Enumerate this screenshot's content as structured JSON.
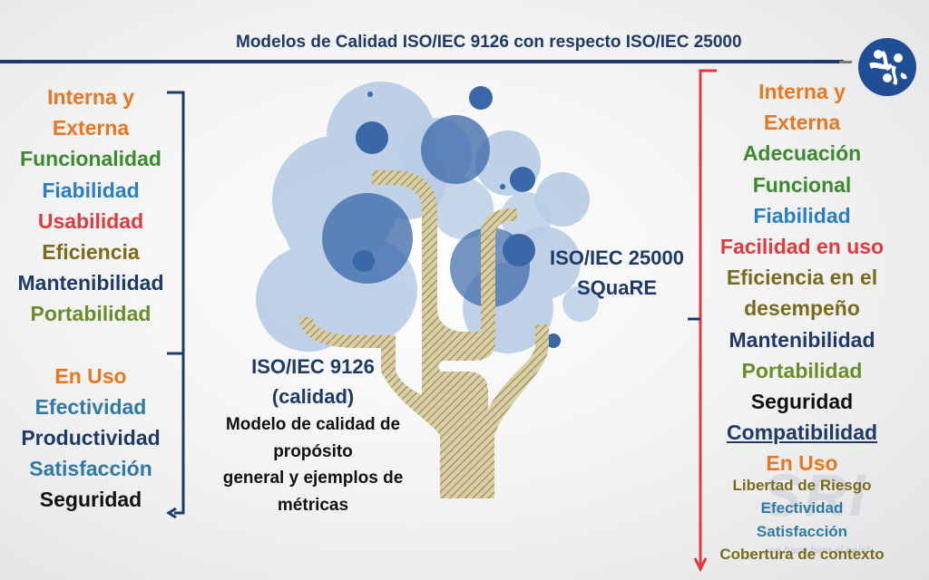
{
  "title": "Modelos de Calidad ISO/IEC 9126 con respecto ISO/IEC 25000",
  "left_column": {
    "heading": [
      "Interna y",
      "Externa"
    ],
    "items": [
      "Funcionalidad",
      "Fiabilidad",
      "Usabilidad",
      "Eficiencia",
      "Mantenibilidad",
      "Portabilidad"
    ],
    "uso_heading": "En Uso",
    "uso_items": [
      "Efectividad",
      "Productividad",
      "Satisfacción",
      "Seguridad"
    ]
  },
  "right_column": {
    "heading": [
      "Interna y",
      "Externa"
    ],
    "items": [
      "Adecuación",
      "Funcional",
      "Fiabilidad",
      "Facilidad en uso",
      "Eficiencia en el",
      "desempeño",
      "Mantenibilidad",
      "Portabilidad",
      "Seguridad",
      "Compatibilidad"
    ],
    "uso_heading": "En Uso",
    "uso_items": [
      "Libertad de Riesgo",
      "Efectividad",
      "Satisfacción",
      "Cobertura de contexto"
    ]
  },
  "iso9126": {
    "title": "ISO/IEC 9126",
    "subtitle": "(calidad)",
    "desc": [
      "Modelo de calidad de",
      "propósito",
      "general y ejemplos de",
      "métricas"
    ]
  },
  "iso25000": {
    "title": "ISO/IEC 25000",
    "subtitle": "SQuaRE"
  },
  "watermark": {
    "text": "SRI",
    "tagline": "...se hace bien al país!"
  },
  "colors": {
    "navy": "#1f3a68",
    "orange": "#e87722",
    "green": "#3b8a2e",
    "blue": "#2a7fc4",
    "red": "#e03a3e",
    "olive": "#7a6a1e",
    "tree_trunk": "#b9a77a",
    "bubble_blue": "#3a67a8"
  },
  "icons": {
    "logo": "sri-logo-icon"
  }
}
